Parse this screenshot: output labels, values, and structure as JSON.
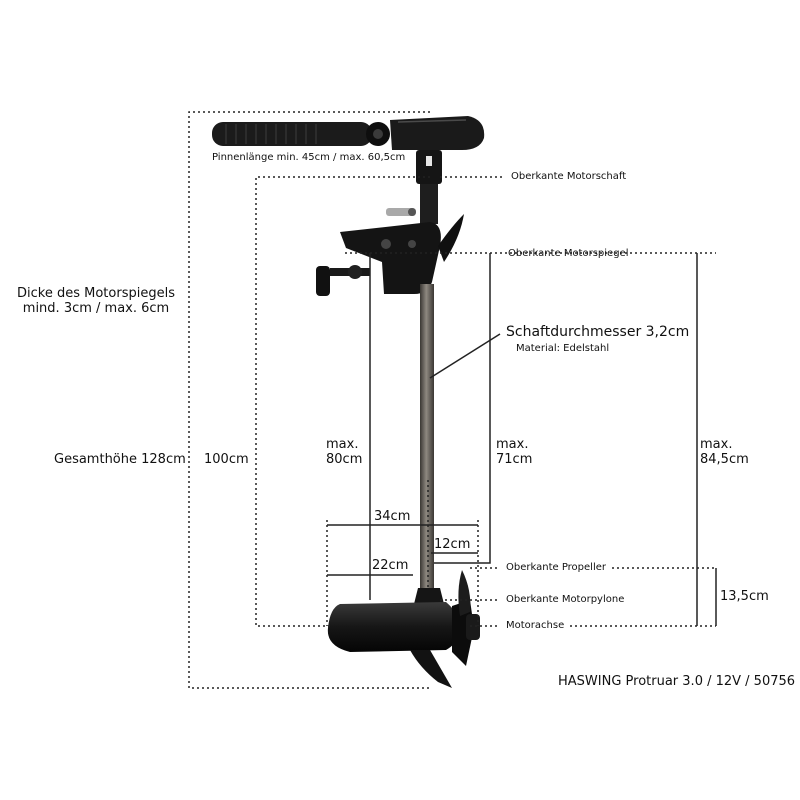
{
  "labels": {
    "tiller_length": "Pinnenlänge min. 45cm / max. 60,5cm",
    "top_motor_shaft": "Oberkante Motorschaft",
    "top_transom": "Oberkante Motorspiegel",
    "transom_thickness_line1": "Dicke des Motorspiegels",
    "transom_thickness_line2": "mind. 3cm / max. 6cm",
    "shaft_diameter": "Schaftdurchmesser 3,2cm",
    "material": "Material: Edelstahl",
    "total_height": "Gesamthöhe 128cm",
    "dim_100": "100cm",
    "max80_line1": "max.",
    "max80_line2": "80cm",
    "max71_line1": "max.",
    "max71_line2": "71cm",
    "max845_line1": "max.",
    "max845_line2": "84,5cm",
    "dim_34": "34cm",
    "dim_12": "12cm",
    "dim_22": "22cm",
    "top_propeller": "Oberkante Propeller",
    "top_pylon": "Oberkante Motorpylone",
    "motor_axis": "Motorachse",
    "dim_135": "13,5cm",
    "product": "HASWING Protruar 3.0 / 12V / 50756"
  },
  "colors": {
    "line": "#222222",
    "motor": "#141414",
    "shaft": "#6f6a64"
  }
}
